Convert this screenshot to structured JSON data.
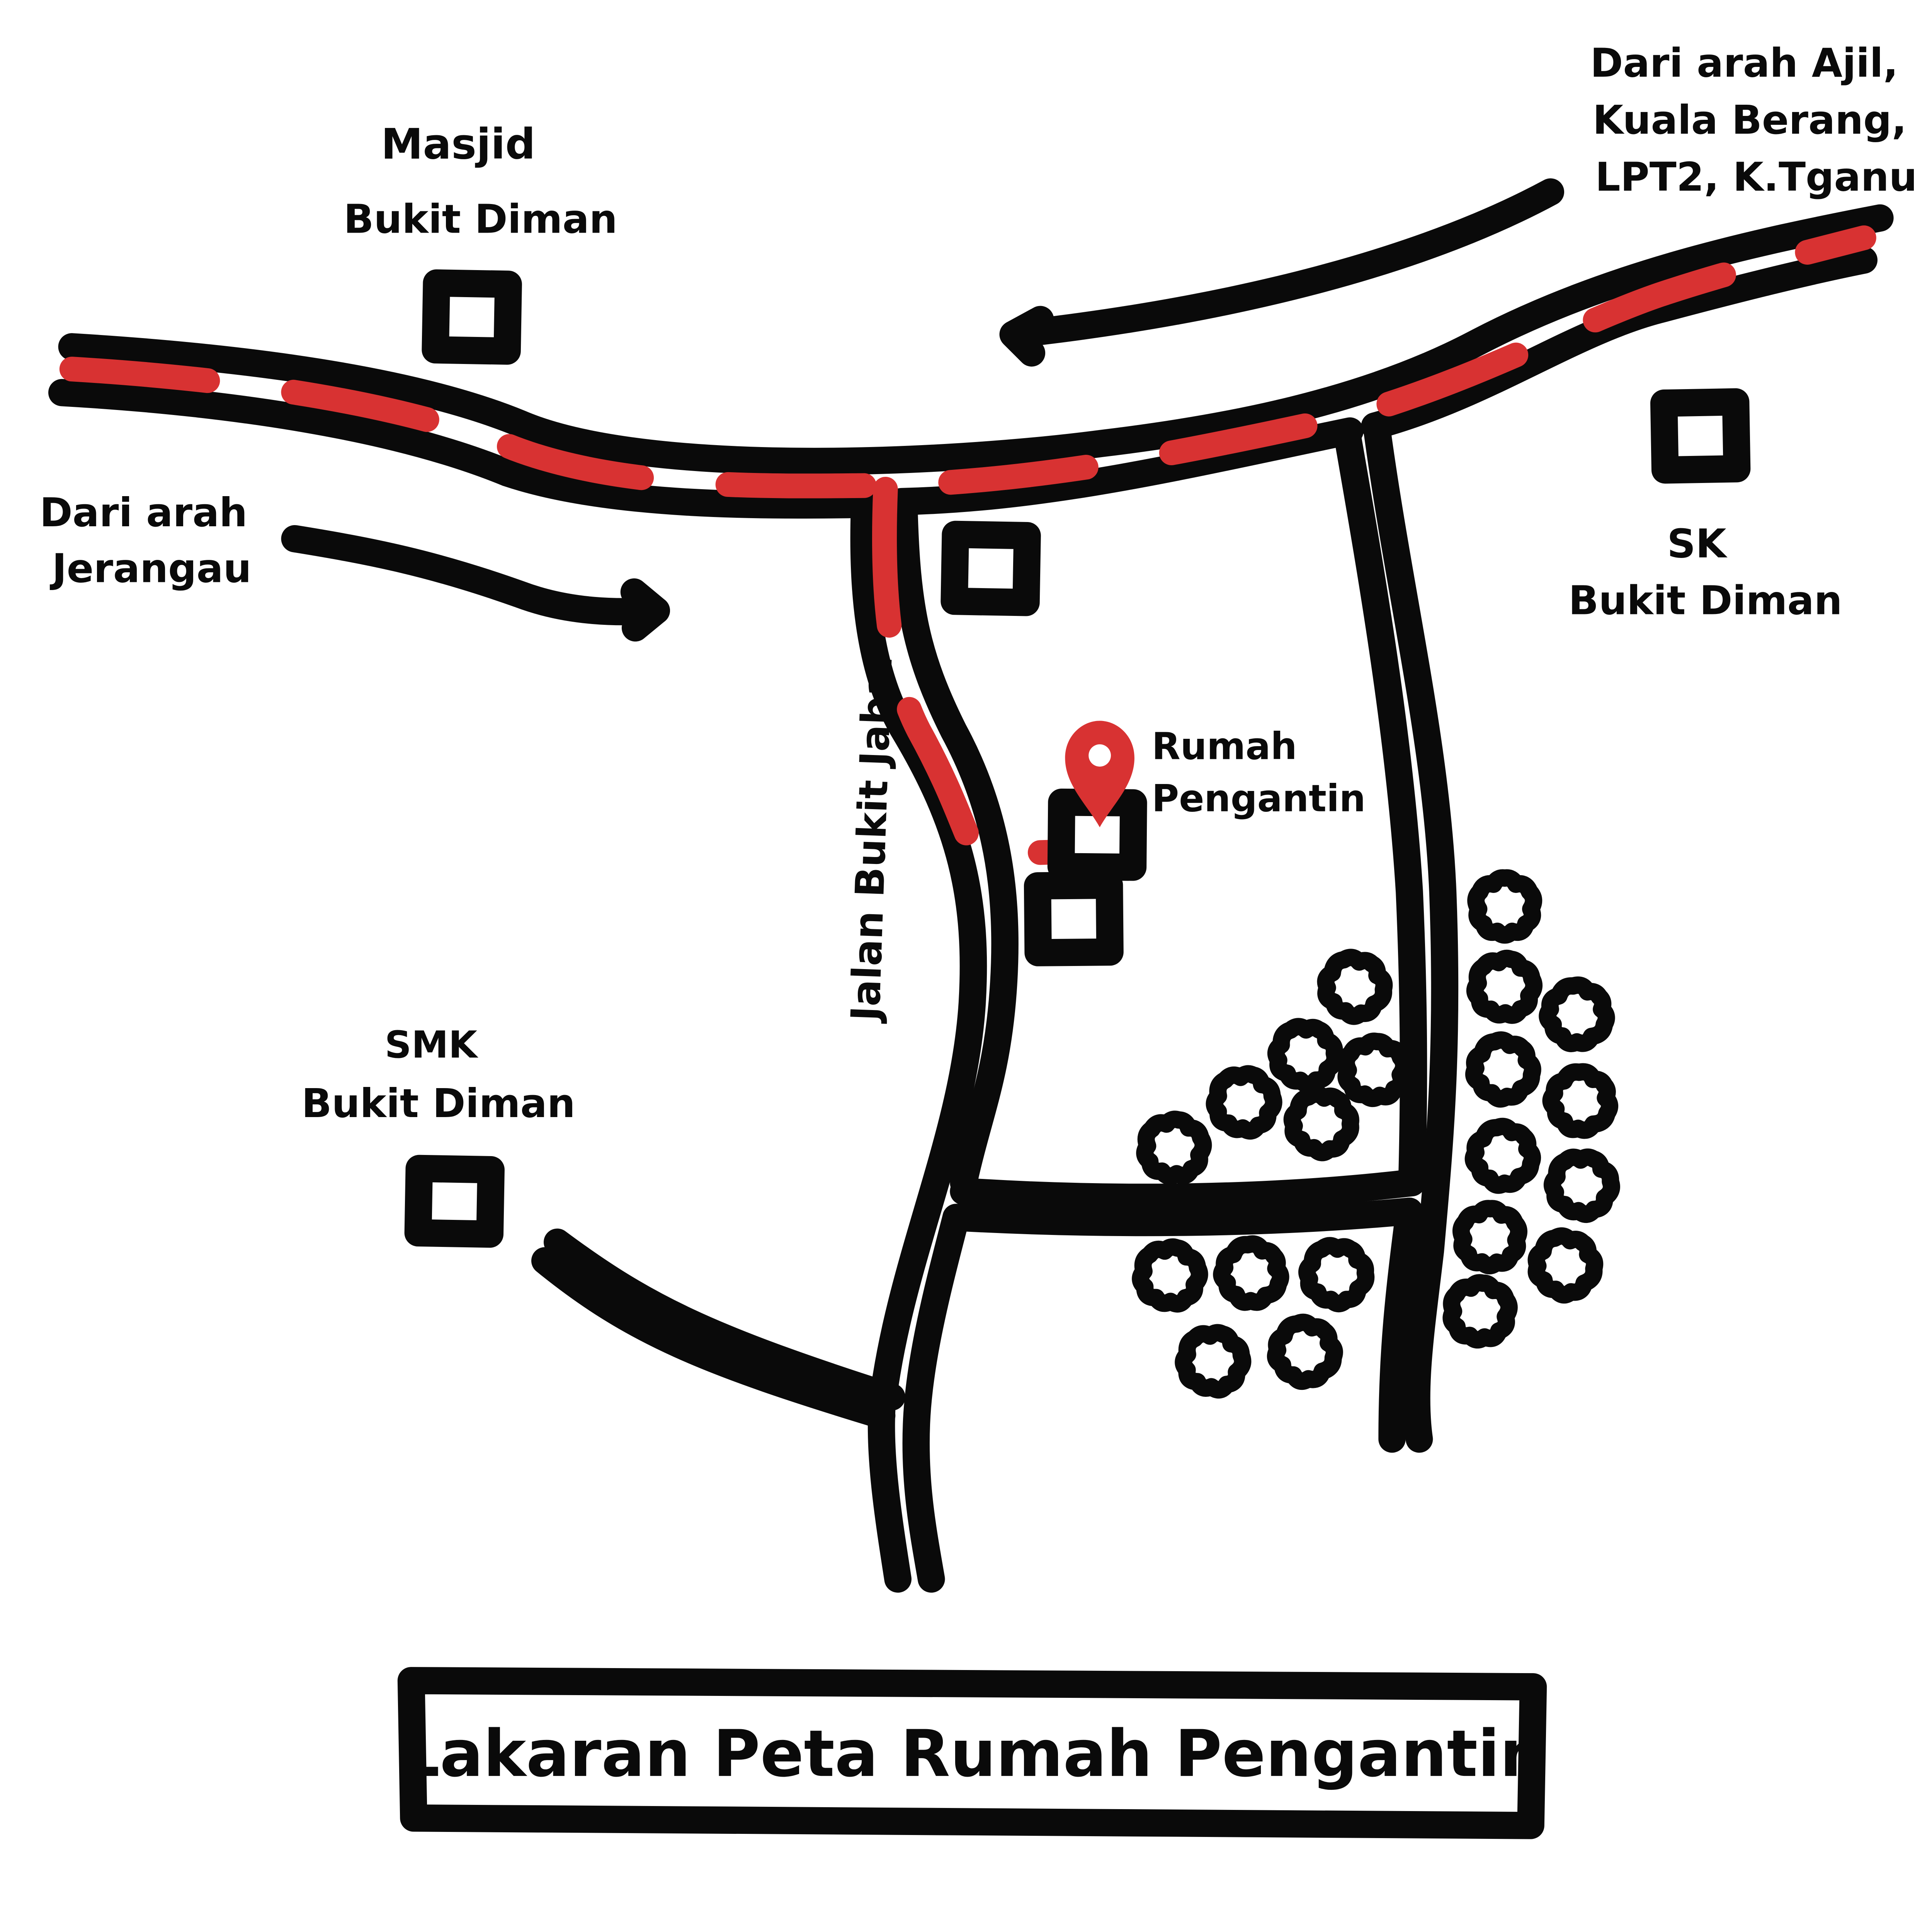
{
  "colors": {
    "ink": "#0a0a0a",
    "route": "#d83232",
    "paper": "#ffffff"
  },
  "landmarks": {
    "masjid": {
      "line1": "Masjid",
      "line2": "Bukit Diman"
    },
    "sk": {
      "line1": "SK",
      "line2": "Bukit Diman"
    },
    "smk": {
      "line1": "SMK",
      "line2": "Bukit Diman"
    },
    "rumah": {
      "line1": "Rumah",
      "line2": "Pengantin",
      "icon": "location-pin-icon"
    }
  },
  "directions": {
    "from_east": {
      "line1": "Dari arah Ajil,",
      "line2": "Kuala Berang,",
      "line3": "LPT2, K.Tganu"
    },
    "from_west": {
      "line1": "Dari arah",
      "line2": "Jerangau"
    }
  },
  "roads": {
    "jalan_bukit_jabar": "Jalan Bukit Jabar"
  },
  "title": "Lakaran Peta Rumah Pengantin",
  "icons": {
    "tree": "tree-icon",
    "building": "building-icon",
    "arrow": "direction-arrow-icon"
  }
}
